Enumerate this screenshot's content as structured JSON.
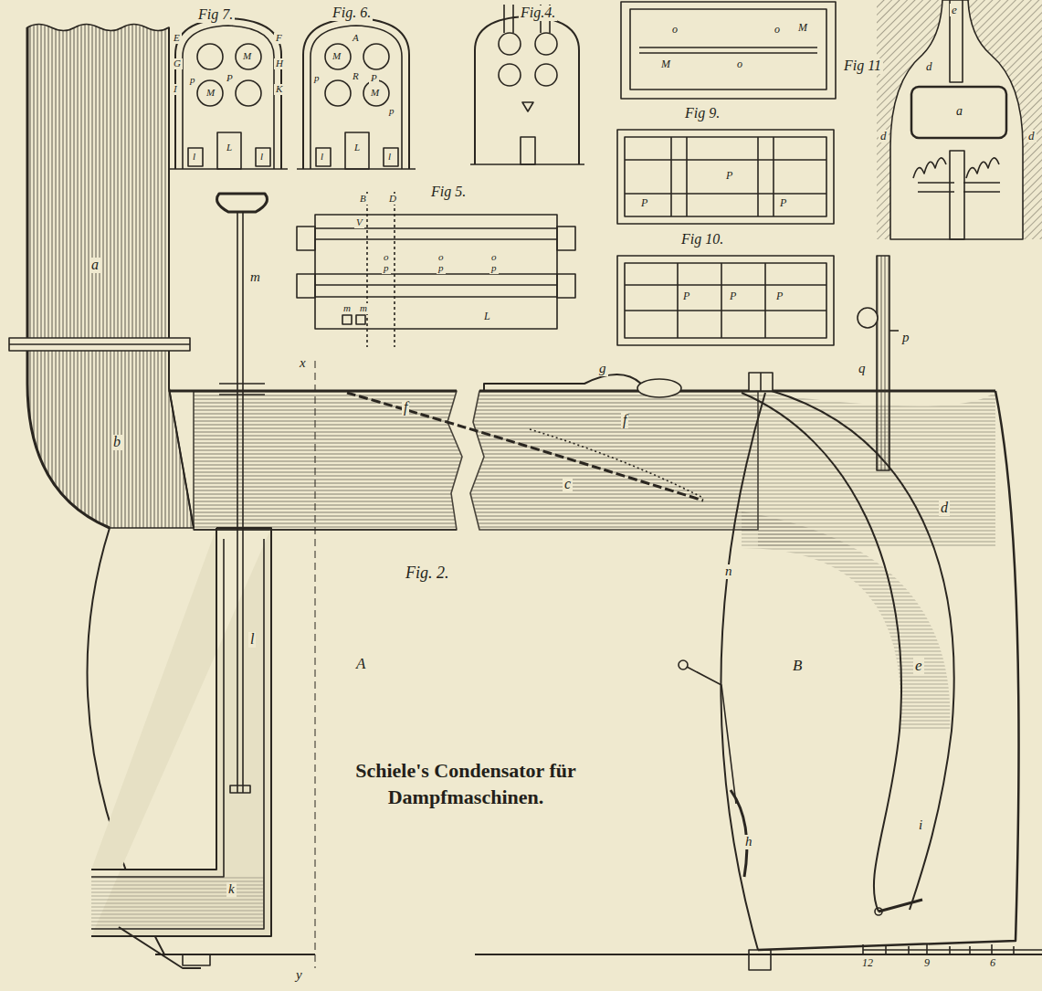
{
  "diagram": {
    "title": "Schiele's Condensator für Dampfmaschinen.",
    "labels": [
      "Fig 7.",
      "E",
      "F",
      "G",
      "H",
      "I",
      "K",
      "M",
      "p",
      "P",
      "M",
      "L",
      "l",
      "l",
      "Fig. 6.",
      "A",
      "M",
      "p",
      "R",
      "P",
      "M",
      "p",
      "L",
      "l",
      "l",
      "Fig.4.",
      "o",
      "o",
      "M",
      "M",
      "o",
      "Fig 11",
      "e",
      "d",
      "a",
      "d",
      "d",
      "Fig 9.",
      "P",
      "P",
      "P",
      "Fig 5.",
      "B",
      "D",
      "V",
      "o",
      "p",
      "o",
      "p",
      "o",
      "p",
      "m",
      "m",
      "L",
      "Fig 10.",
      "P",
      "P",
      "P",
      "m",
      "a",
      "p",
      "x",
      "g",
      "q",
      "f",
      "f",
      "b",
      "c",
      "d",
      "Fig. 2.",
      "n",
      "l",
      "A",
      "B",
      "e",
      "h",
      "i",
      "k",
      "12",
      "9",
      "6",
      "y"
    ]
  }
}
